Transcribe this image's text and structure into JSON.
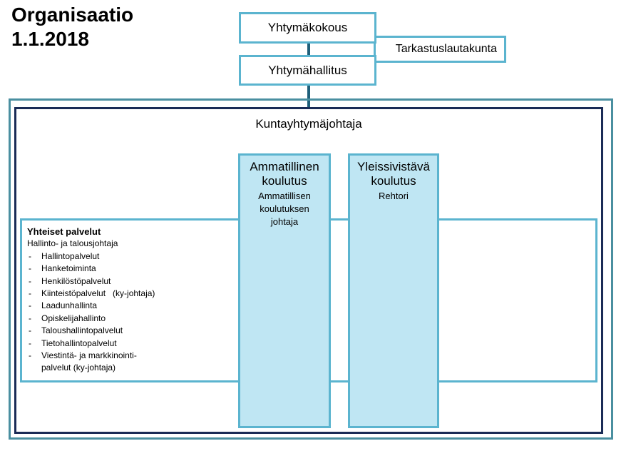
{
  "title": {
    "line1": "Organisaatio",
    "line2": "1.1.2018"
  },
  "assembly": "Yhtymäkokous",
  "audit": "Tarkastuslautakunta",
  "board": "Yhtymähallitus",
  "director": "Kuntayhtymäjohtaja",
  "vocational": {
    "heading1": "Ammatillinen",
    "heading2": "koulutus",
    "sub1": "Ammatillisen",
    "sub2": "koulutuksen",
    "sub3": "johtaja"
  },
  "general": {
    "heading1": "Yleissivistävä",
    "heading2": "koulutus",
    "sub1": "Rehtori"
  },
  "shared": {
    "title": "Yhteiset palvelut",
    "lead": "Hallinto- ja talousjohtaja",
    "items": [
      "Hallintopalvelut",
      "Hanketoiminta",
      "Henkilöstöpalvelut",
      "Kiinteistöpalvelut   (ky-johtaja)",
      "Laadunhallinta",
      "Opiskelijahallinto",
      "Taloushallintopalvelut",
      "Tietohallintopalvelut",
      "Viestintä- ja markkinointi-"
    ],
    "cont": "palvelut (ky-johtaja)"
  },
  "colors": {
    "box_border": "#5bb4cf",
    "column_fill": "#bfe6f3",
    "connector": "#1f5f7a",
    "outer_frame": "#4a8fa0",
    "inner_frame": "#1a2b56"
  }
}
